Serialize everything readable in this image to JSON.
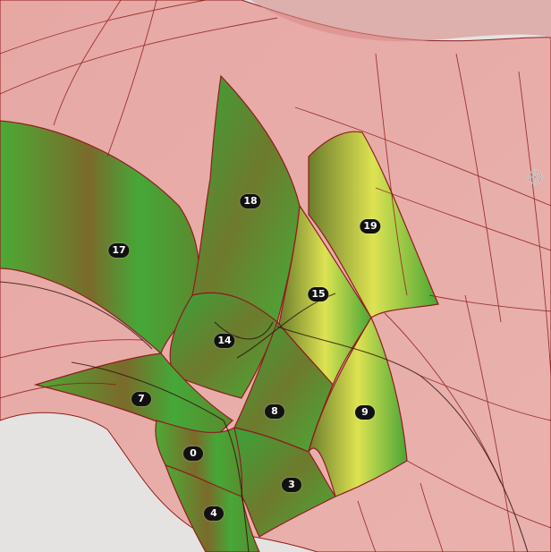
{
  "viewport": {
    "colors": {
      "background": "#e4e3e1",
      "surface": "#e8a9a6",
      "surface_edge": "#8e1d1d",
      "panel_green": "#3ea935",
      "panel_olive": "#7a6a2a",
      "panel_yellow": "#d9e04a",
      "tag_fill": "#111111",
      "tag_text": "#ffffff"
    },
    "panel_tags": [
      "17",
      "18",
      "19",
      "15",
      "14",
      "7",
      "8",
      "9",
      "0",
      "3",
      "4"
    ],
    "gumball_icon": "gumball-icon"
  }
}
